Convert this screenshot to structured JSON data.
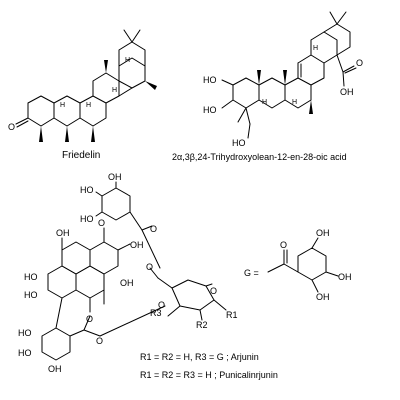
{
  "compounds": {
    "friedelin": {
      "name": "Friedelin"
    },
    "oleanolic": {
      "name": "2α,3β,24-Trihydroxyolean-12-en-28-oic acid"
    },
    "arjunin": {
      "name": "Arjunin"
    },
    "punicalinrjunin": {
      "name": "Punicalinrjunin"
    }
  },
  "group_definition": {
    "label": "G ="
  },
  "substituent_lines": {
    "line1": "R1 = R2 = H, R3 = G ; Arjunin",
    "line2": "R1 = R2 = R3 = H ;  Punicalinrjunin"
  },
  "atom_labels": {
    "H": "H",
    "O": "O",
    "OH": "OH",
    "HO": "HO",
    "R1": "R1",
    "R2": "R2",
    "R3": "R3"
  }
}
